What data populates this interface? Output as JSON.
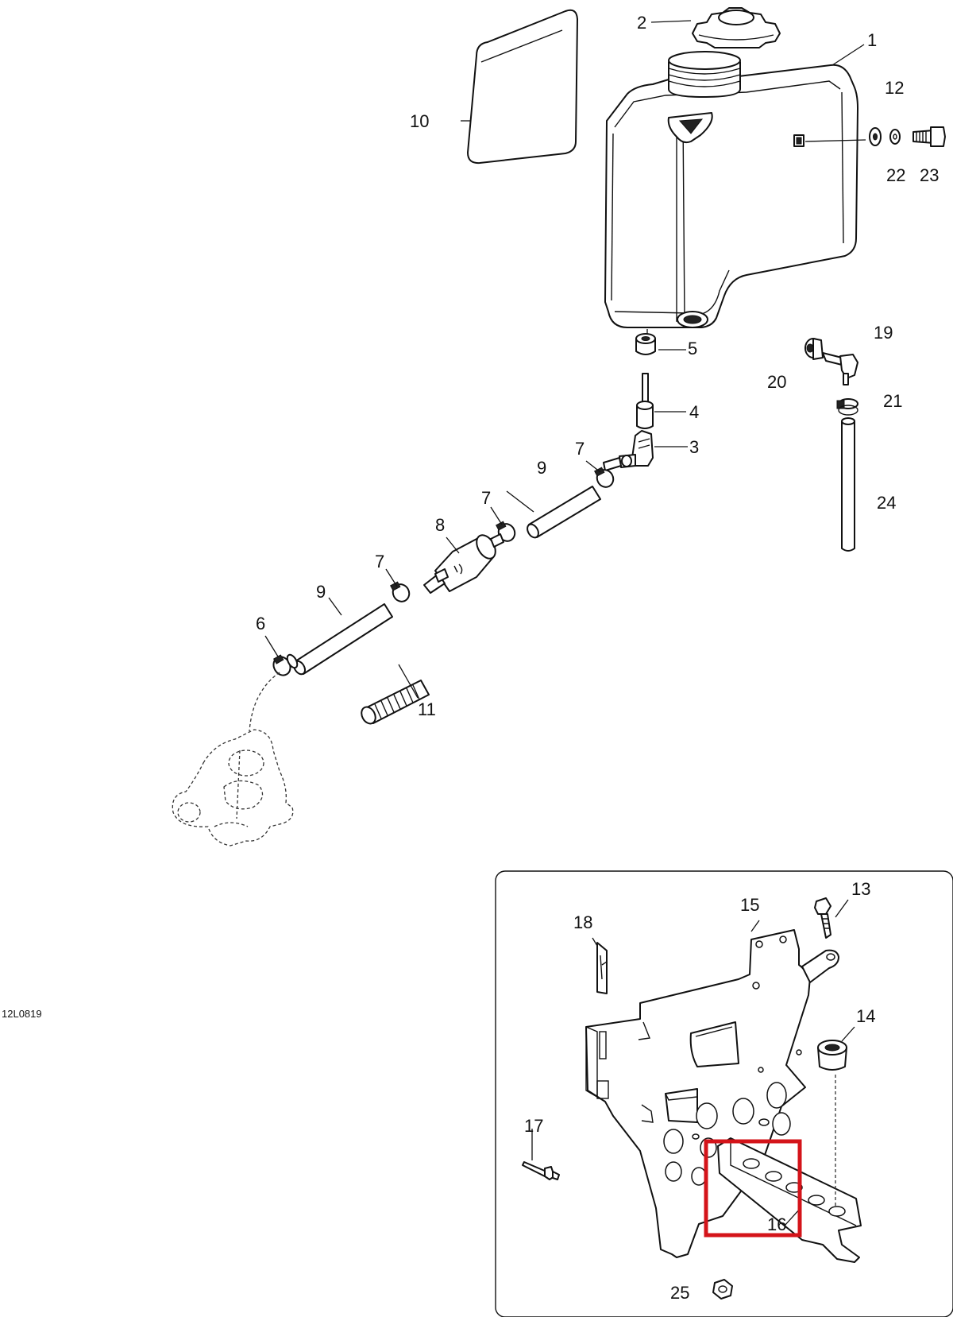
{
  "figure_code": "12L0819",
  "callouts": {
    "c1": "1",
    "c2": "2",
    "c3": "3",
    "c4": "4",
    "c5": "5",
    "c6": "6",
    "c7a": "7",
    "c7b": "7",
    "c7c": "7",
    "c8": "8",
    "c9a": "9",
    "c9b": "9",
    "c10": "10",
    "c11": "11",
    "c12": "12",
    "c13": "13",
    "c14": "14",
    "c15": "15",
    "c16": "16",
    "c17": "17",
    "c18": "18",
    "c19": "19",
    "c20": "20",
    "c21": "21",
    "c22": "22",
    "c23": "23",
    "c24": "24",
    "c25": "25"
  },
  "highlight_color": "#d4141a"
}
